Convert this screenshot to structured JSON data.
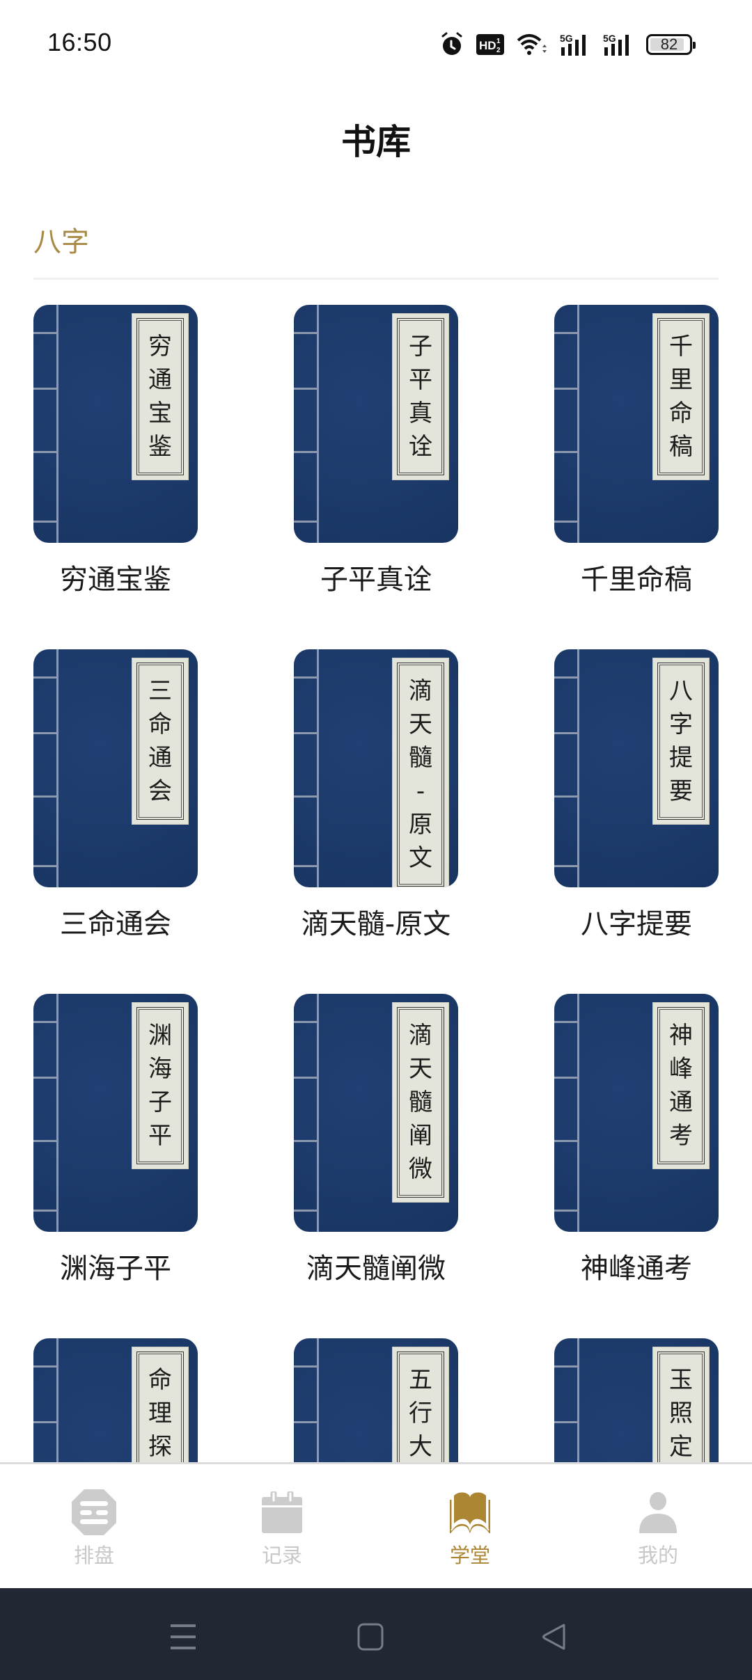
{
  "status_bar": {
    "time": "16:50",
    "icons": [
      "alarm-icon",
      "hd-voice-icon",
      "wifi-icon",
      "signal-5g-icon",
      "signal-5g-icon"
    ],
    "hd_label": "HD",
    "network_1": "5G",
    "network_2": "5G",
    "battery_level": "82"
  },
  "header": {
    "title": "书库"
  },
  "section": {
    "title": "八字",
    "accent_color": "#a88a45"
  },
  "books": [
    {
      "title": "穷通宝鉴",
      "cover_chars": [
        "穷",
        "通",
        "宝",
        "鉴"
      ]
    },
    {
      "title": "子平真诠",
      "cover_chars": [
        "子",
        "平",
        "真",
        "诠"
      ]
    },
    {
      "title": "千里命稿",
      "cover_chars": [
        "千",
        "里",
        "命",
        "稿"
      ]
    },
    {
      "title": "三命通会",
      "cover_chars": [
        "三",
        "命",
        "通",
        "会"
      ]
    },
    {
      "title": "滴天髓-原文",
      "cover_chars": [
        "滴",
        "天",
        "髓",
        "-",
        "原",
        "文"
      ]
    },
    {
      "title": "八字提要",
      "cover_chars": [
        "八",
        "字",
        "提",
        "要"
      ]
    },
    {
      "title": "渊海子平",
      "cover_chars": [
        "渊",
        "海",
        "子",
        "平"
      ]
    },
    {
      "title": "滴天髓阐微",
      "cover_chars": [
        "滴",
        "天",
        "髓",
        "阐",
        "微"
      ]
    },
    {
      "title": "神峰通考",
      "cover_chars": [
        "神",
        "峰",
        "通",
        "考"
      ]
    },
    {
      "title": "",
      "cover_chars": [
        "命",
        "理",
        "探"
      ]
    },
    {
      "title": "",
      "cover_chars": [
        "五",
        "行",
        "大"
      ]
    },
    {
      "title": "",
      "cover_chars": [
        "玉",
        "照",
        "定"
      ]
    }
  ],
  "tab_bar": {
    "active_color": "#ac8633",
    "inactive_color": "#c8c8c8",
    "tabs": [
      {
        "label": "排盘",
        "icon": "hexagram-icon",
        "active": false
      },
      {
        "label": "记录",
        "icon": "calendar-icon",
        "active": false
      },
      {
        "label": "学堂",
        "icon": "open-book-icon",
        "active": true
      },
      {
        "label": "我的",
        "icon": "person-icon",
        "active": false
      }
    ]
  },
  "system_nav": {
    "buttons": [
      "menu-icon",
      "home-icon",
      "back-icon"
    ]
  }
}
